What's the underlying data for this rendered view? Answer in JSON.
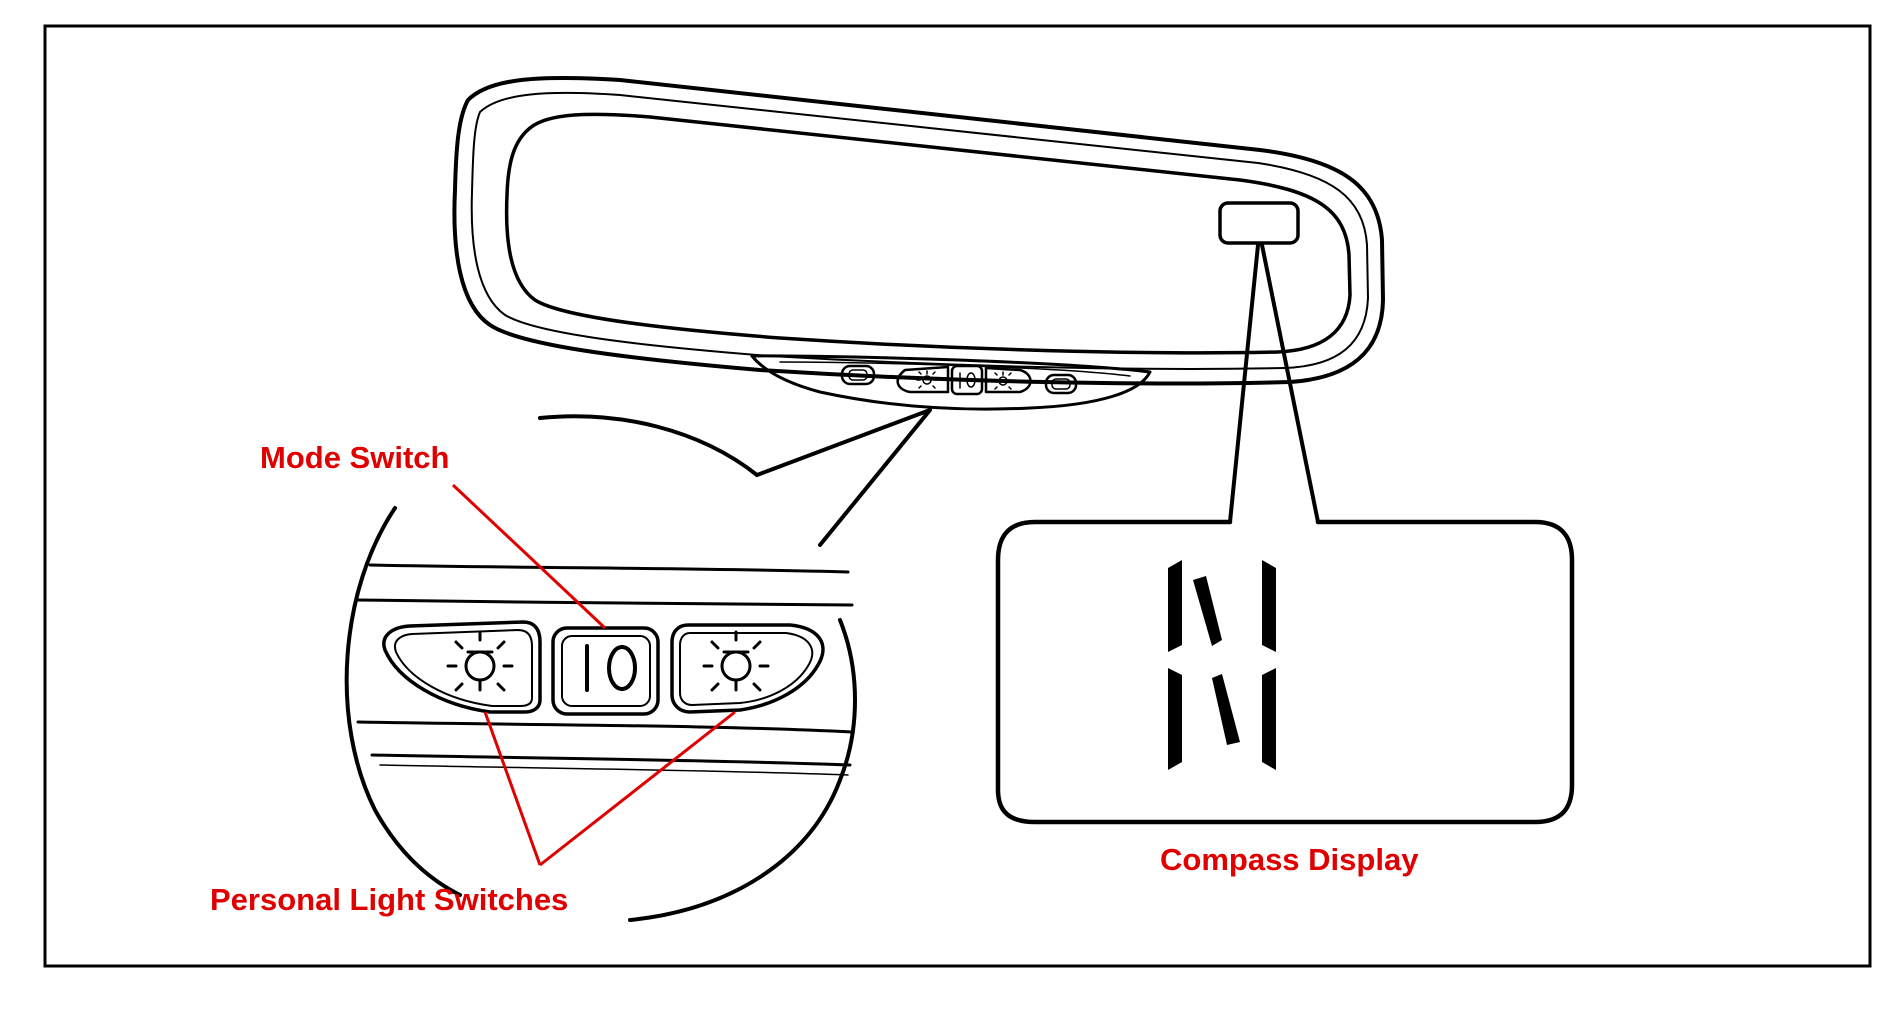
{
  "labels": {
    "mode_switch": "Mode Switch",
    "personal_light_switches": "Personal Light Switches",
    "compass_display": "Compass Display"
  },
  "compass": {
    "heading": "N"
  },
  "colors": {
    "label_red": "#e00000",
    "line_black": "#000000",
    "background": "#ffffff"
  },
  "icons": {
    "light_switch": "bulb-sun-icon",
    "mode_switch": "io-icon",
    "end_buttons": "rounded-rect-icon"
  }
}
